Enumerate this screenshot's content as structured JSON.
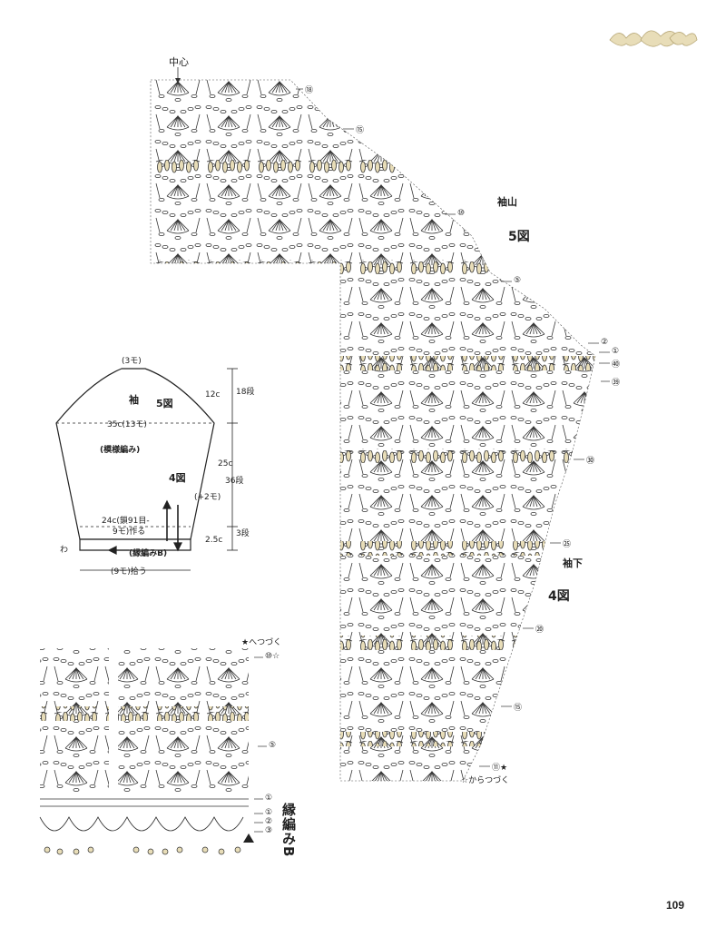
{
  "page_number": "109",
  "header_ornament": "butterfly-lace-icon",
  "colors": {
    "ink": "#222222",
    "lace_fill": "#e8ddb8"
  },
  "main_chart": {
    "center_label": "中心",
    "sleeve_cap_label": "袖山",
    "sleeve_cap_fig": "5図",
    "underarm_label": "袖下",
    "underarm_fig": "4図",
    "continue_from": "☆からつづく",
    "row_marks": [
      "⑱",
      "⑮",
      "⑩",
      "⑤",
      "②",
      "①",
      "㊵",
      "㊴",
      "㉚",
      "㉕",
      "⑳",
      "⑮",
      "⑪★"
    ]
  },
  "schematic": {
    "top_stitch": "(3モ)",
    "part_name": "袖",
    "fig5": "5図",
    "width": "35c(13モ)",
    "pattern": "(模様編み)",
    "fig4": "4図",
    "start": "24c(鎖91目-",
    "start2": "9モ)作る",
    "increase": "(+2モ)",
    "border": "(縁編みB)",
    "pickup": "(9モ)拾う",
    "ring": "わ",
    "dim_top": "12c",
    "rows_top": "18段",
    "dim_mid": "25c",
    "rows_mid": "36段",
    "dim_bottom": "2.5c",
    "rows_bottom": "3段"
  },
  "border_chart": {
    "continue_to": "★へつづく",
    "rows": [
      "⑩☆",
      "⑤",
      "①",
      "①",
      "②",
      "③"
    ],
    "border_label": "縁編みB"
  }
}
